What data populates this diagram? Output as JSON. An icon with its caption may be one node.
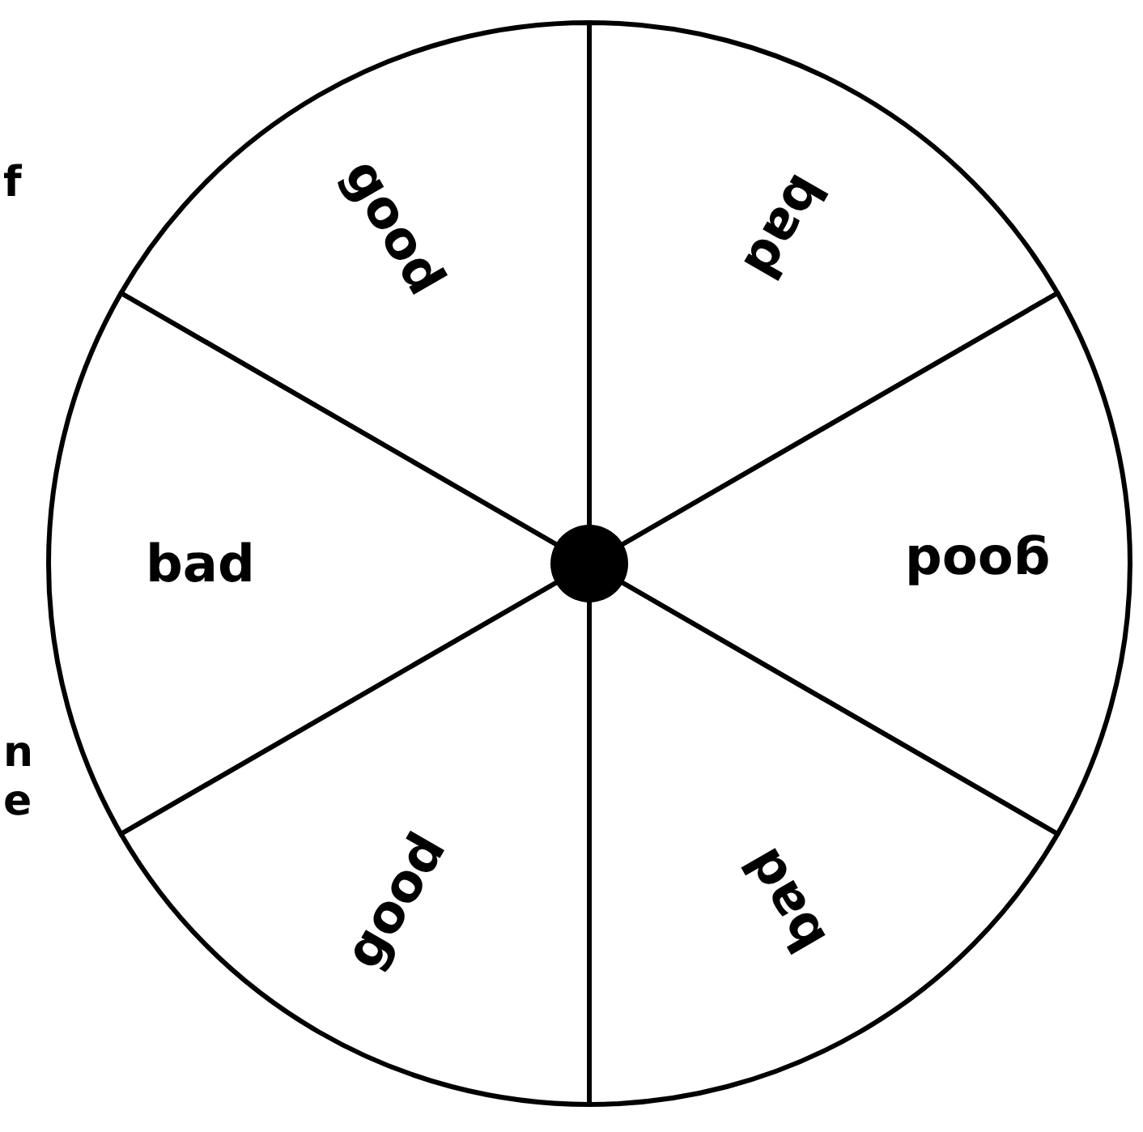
{
  "diagram": {
    "nodes": [
      {
        "text": [
          "good"
        ]
      },
      {
        "text": [
          "bad"
        ]
      },
      {
        "text": [
          "bad"
        ]
      },
      {
        "text": [
          "good"
        ]
      },
      {
        "text": [
          "good"
        ]
      },
      {
        "text": [
          "bad"
        ]
      },
      {
        "text": [],
        "shape": "circle"
      }
    ],
    "labels": [
      "f",
      "n",
      "e"
    ]
  }
}
